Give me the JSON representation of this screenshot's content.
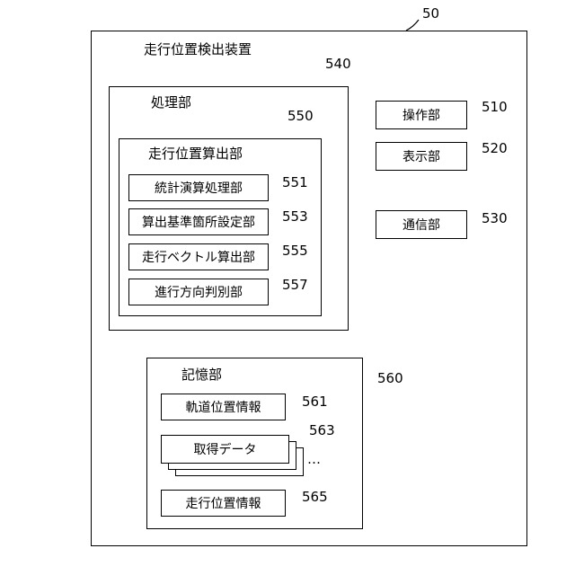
{
  "device": {
    "ref": "50",
    "title": "走行位置検出装置"
  },
  "processing": {
    "ref": "540",
    "title": "処理部",
    "calc": {
      "ref": "550",
      "title": "走行位置算出部",
      "items": [
        {
          "label": "統計演算処理部",
          "ref": "551"
        },
        {
          "label": "算出基準箇所設定部",
          "ref": "553"
        },
        {
          "label": "走行ベクトル算出部",
          "ref": "555"
        },
        {
          "label": "進行方向判別部",
          "ref": "557"
        }
      ]
    }
  },
  "peripherals": [
    {
      "label": "操作部",
      "ref": "510"
    },
    {
      "label": "表示部",
      "ref": "520"
    },
    {
      "label": "通信部",
      "ref": "530"
    }
  ],
  "storage": {
    "ref": "560",
    "title": "記憶部",
    "items": [
      {
        "label": "軌道位置情報",
        "ref": "561"
      },
      {
        "label": "取得データ",
        "ref": "563"
      },
      {
        "label": "走行位置情報",
        "ref": "565"
      }
    ],
    "ellipsis": "…"
  }
}
